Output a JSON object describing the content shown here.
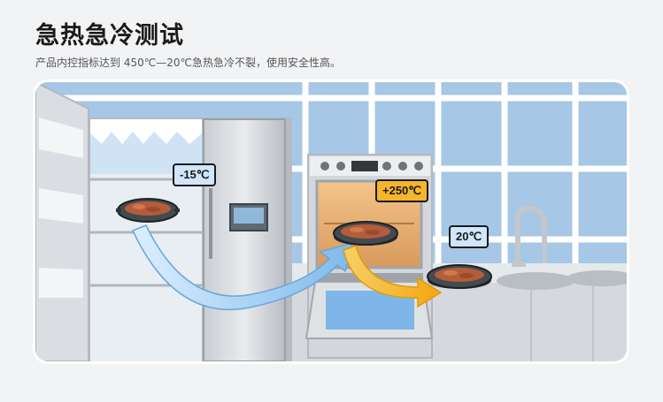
{
  "header": {
    "title": "急热急冷测试",
    "subtitle": "产品内控指标达到 450℃—20℃急热急冷不裂，使用安全性高。"
  },
  "labels": {
    "freezer": "-15℃",
    "oven": "+250℃",
    "room": "20℃"
  },
  "colors": {
    "freezer_label_bg": "#cfe6fb",
    "oven_label_bg": "#f6b52a",
    "room_label_bg": "#cfe6fb",
    "arrow_cold": "#8fc4ee",
    "arrow_hot": "#f5b21f",
    "tile_blue": "#9fc3e4"
  }
}
